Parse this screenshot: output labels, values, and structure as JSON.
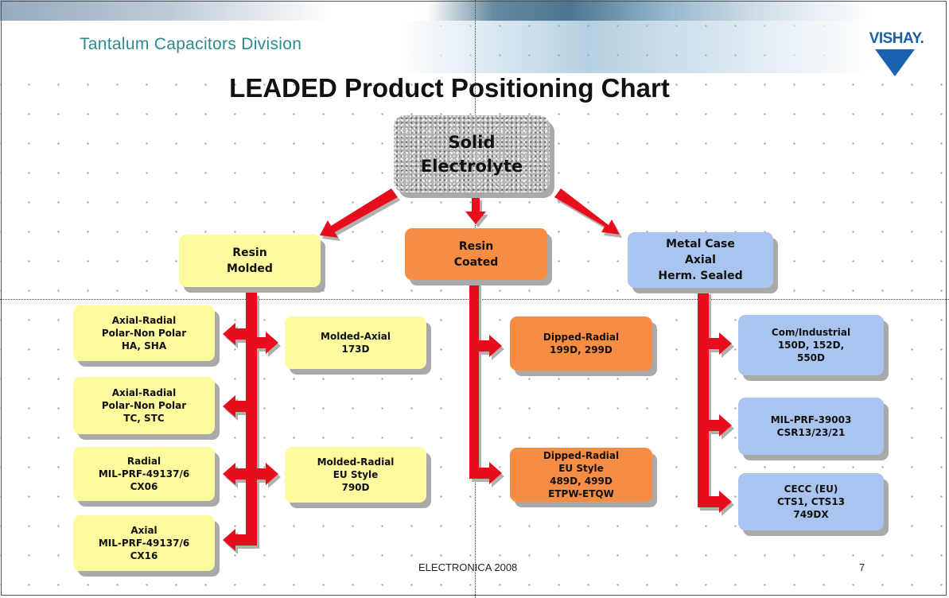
{
  "header": {
    "division": "Tantalum Capacitors Division",
    "logo": "VISHAY.",
    "title": "LEADED Product Positioning Chart"
  },
  "root": "Solid\nElectrolyte",
  "categories": {
    "resin_molded": "Resin\nMolded",
    "resin_coated": "Resin\nCoated",
    "metal_case": "Metal Case\nAxial\nHerm. Sealed"
  },
  "molded_left": [
    "Axial-Radial\nPolar-Non Polar\nHA, SHA",
    "Axial-Radial\nPolar-Non Polar\nTC, STC",
    "Radial\nMIL-PRF-49137/6\nCX06",
    "Axial\nMIL-PRF-49137/6\nCX16"
  ],
  "molded_right": [
    "Molded-Axial\n173D",
    "Molded-Radial\nEU Style\n790D"
  ],
  "coated": [
    "Dipped-Radial\n199D, 299D",
    "Dipped-Radial\nEU Style\n489D, 499D\nETPW-ETQW"
  ],
  "metal": [
    "Com/Industrial\n150D, 152D,\n550D",
    "MIL-PRF-39003\nCSR13/23/21",
    "CECC (EU)\nCTS1, CTS13\n749DX"
  ],
  "footer": {
    "event": "ELECTRONICA 2008",
    "page": "7"
  },
  "colors": {
    "arrow": "#e8101a",
    "yellow": "#fdfb9e",
    "orange": "#f78d43",
    "blue": "#a9c4ef",
    "division_text": "#2e8a8c",
    "logo": "#1a62b0"
  }
}
